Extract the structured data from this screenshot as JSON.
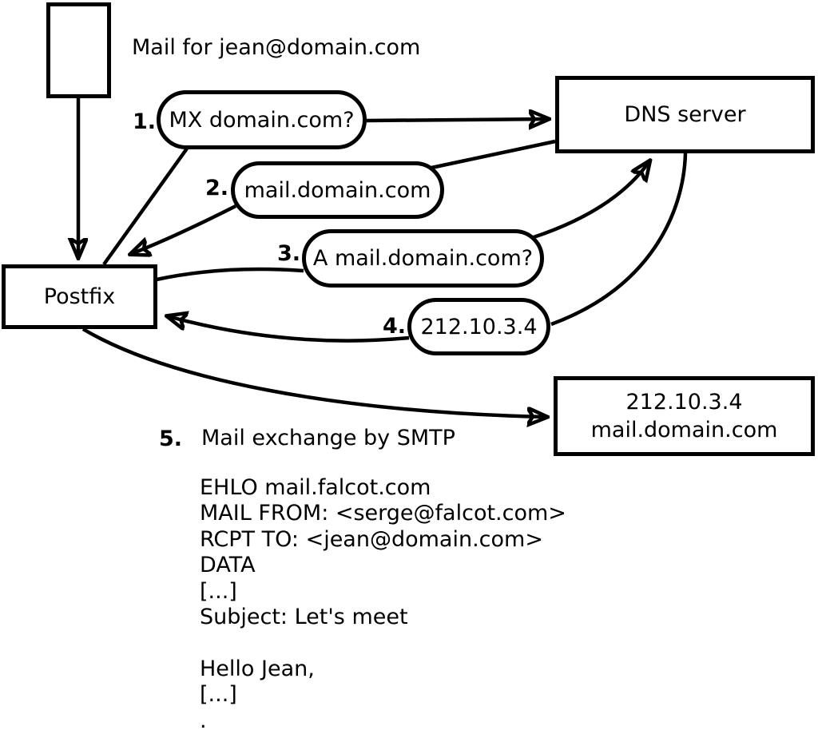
{
  "colors": {
    "ink": "#000000",
    "paper": "#ffffff"
  },
  "annotation": {
    "mail_note": "Mail for jean@domain.com"
  },
  "nodes": {
    "postfix": {
      "label": "Postfix"
    },
    "dns": {
      "label": "DNS server"
    },
    "mailserver": {
      "line1": "212.10.3.4",
      "line2": "mail.domain.com"
    }
  },
  "steps": [
    {
      "num": "1.",
      "label": "MX domain.com?"
    },
    {
      "num": "2.",
      "label": "mail.domain.com"
    },
    {
      "num": "3.",
      "label": "A mail.domain.com?"
    },
    {
      "num": "4.",
      "label": "212.10.3.4"
    },
    {
      "num": "5.",
      "label": "Mail exchange by SMTP"
    }
  ],
  "smtp": {
    "lines": [
      "EHLO mail.falcot.com",
      "MAIL FROM: <serge@falcot.com>",
      "RCPT TO: <jean@domain.com>",
      "DATA",
      "[...]",
      "Subject: Let's meet",
      "",
      "Hello Jean,",
      "[...]",
      "."
    ]
  }
}
